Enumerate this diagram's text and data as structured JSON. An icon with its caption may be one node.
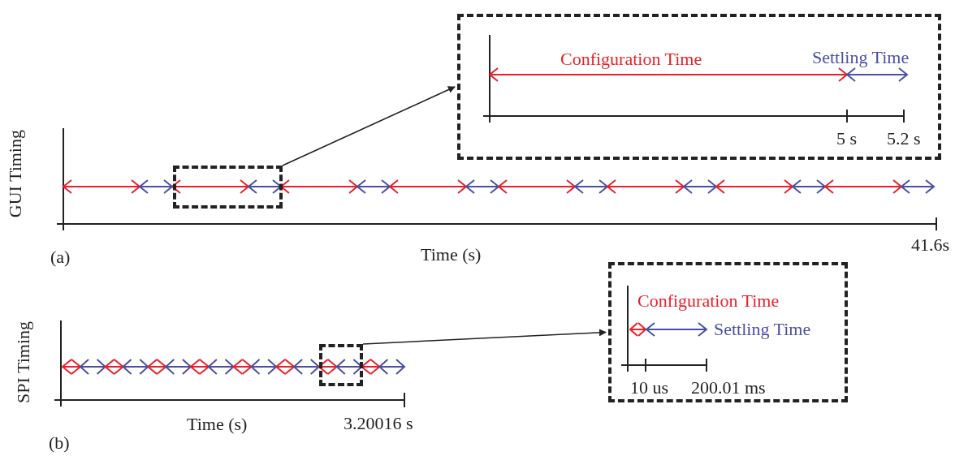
{
  "diagram": {
    "nodes": [
      {
        "text": [],
        "shape": "box"
      },
      {
        "text": [
          "Configuration Time",
          "Settling Time",
          "5 s",
          "5.2 s"
        ]
      },
      {
        "text": [],
        "shape": "box"
      },
      {
        "text": [
          "Configuration Time",
          "Settling Time",
          "10 us",
          "200.01 ms"
        ]
      }
    ],
    "edges": [
      {
        "from": 0,
        "to": 1,
        "arrow": "to"
      },
      {
        "from": 2,
        "to": 3,
        "arrow": "to"
      }
    ],
    "labels": [
      "GUI Timing",
      "(a)",
      "Time (s)",
      "41.6s",
      "SPI Timing",
      "(b)",
      "Time (s)",
      "3.20016 s"
    ]
  }
}
